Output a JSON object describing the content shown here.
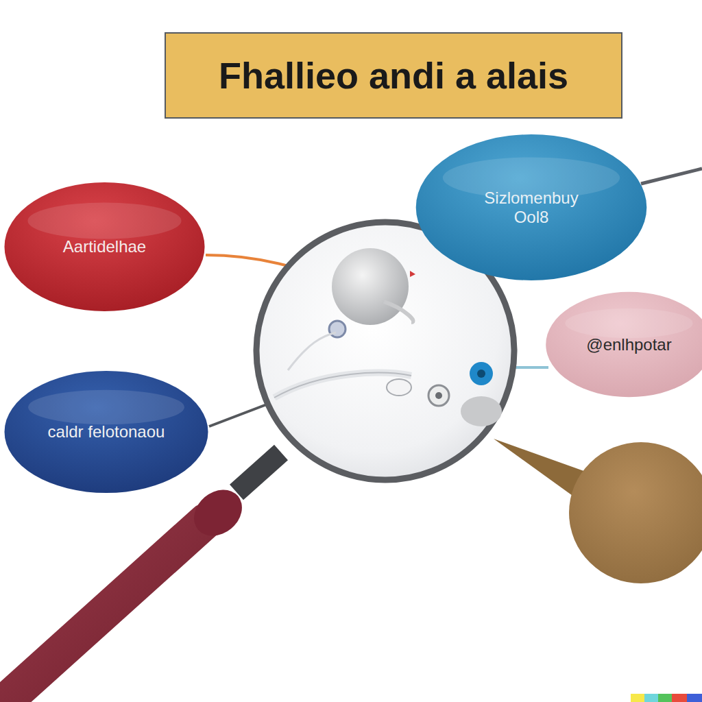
{
  "diagram": {
    "title": "Fhallieo andi a alais",
    "nodes": [
      {
        "text": [
          "Aartidelhae"
        ]
      },
      {
        "text": [
          "Sizlomenbuy Ool8"
        ]
      },
      {
        "text": [
          "@enlhpotar"
        ]
      },
      {
        "text": [
          "caldr felotonaou"
        ]
      }
    ]
  }
}
